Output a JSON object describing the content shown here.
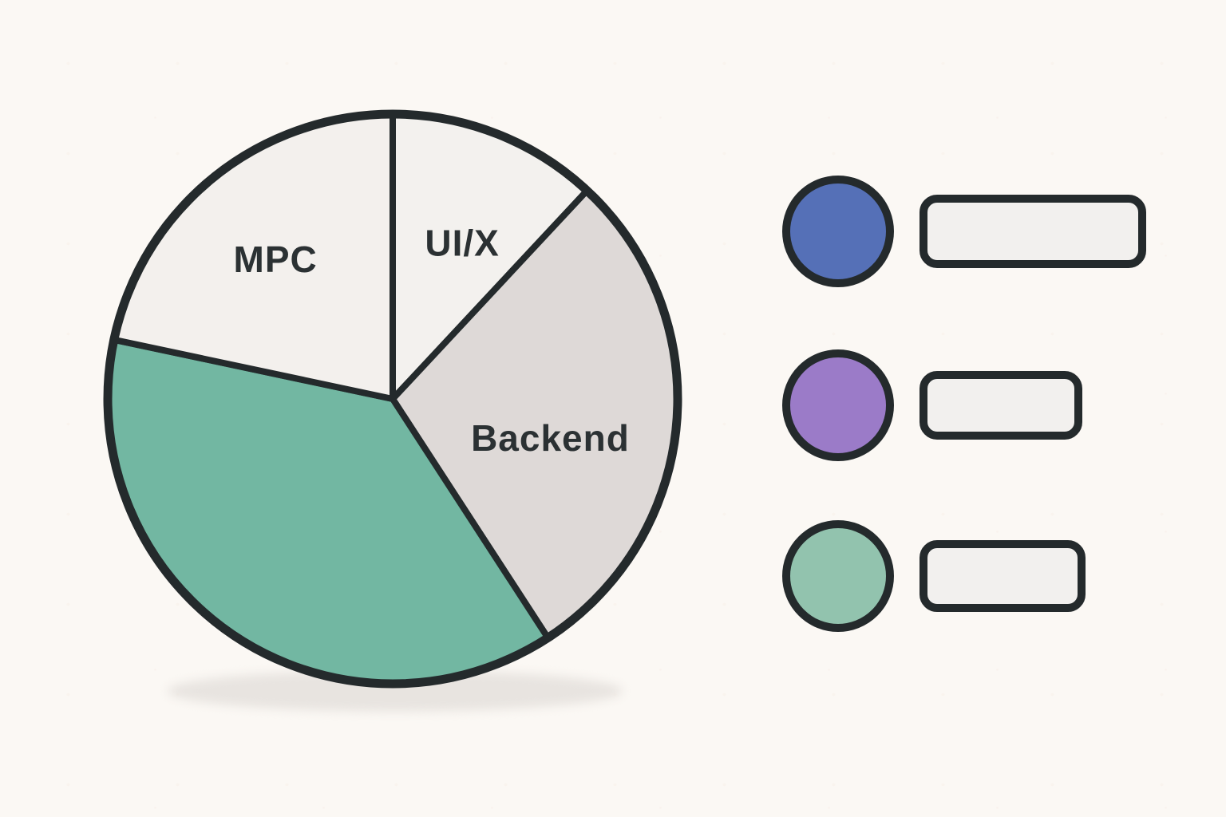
{
  "page": {
    "background_color": "#fbf8f4",
    "outline_color": "#242a2c"
  },
  "chart_data": {
    "type": "pie",
    "title": "",
    "legend_position": "right",
    "outline_color": "#242a2c",
    "slices": [
      {
        "label": "UI/X",
        "value_pct": 11.9,
        "start_deg": 0,
        "end_deg": 43,
        "color": "#f3f1ee",
        "label_r_frac": 0.6,
        "label_angle_deg": 24
      },
      {
        "label": "Backend",
        "value_pct": 28.9,
        "start_deg": 43,
        "end_deg": 147,
        "color": "#ded9d7",
        "label_r_frac": 0.57,
        "label_angle_deg": 104
      },
      {
        "label": "",
        "value_pct": 37.5,
        "start_deg": 147,
        "end_deg": 282,
        "color": "#72b7a2",
        "label_r_frac": 0.5,
        "label_angle_deg": 215
      },
      {
        "label": "MPC",
        "value_pct": 21.7,
        "start_deg": 282,
        "end_deg": 360,
        "color": "#f3f0ed",
        "label_r_frac": 0.64,
        "label_angle_deg": 320
      }
    ],
    "legend": [
      {
        "swatch_color": "#5570b7",
        "label": ""
      },
      {
        "swatch_color": "#9b7bc8",
        "label": ""
      },
      {
        "swatch_color": "#92c3ae",
        "label": ""
      }
    ]
  }
}
